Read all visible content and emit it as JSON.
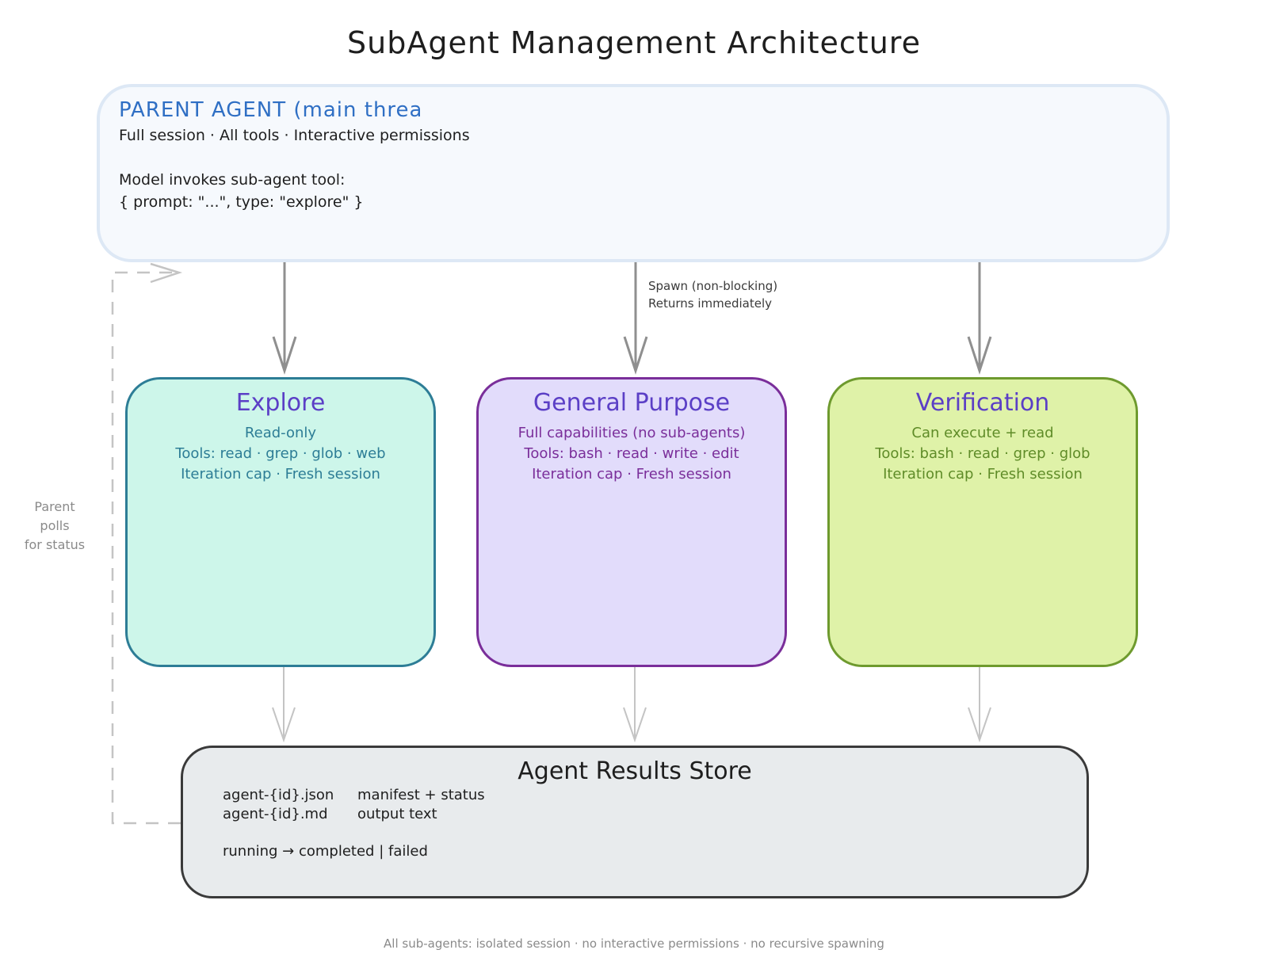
{
  "title": "SubAgent Management Architecture",
  "parent": {
    "title": "PARENT AGENT (main thread)",
    "line1": "Full session · All tools · Interactive permissions",
    "line2": "Model invokes sub-agent tool:",
    "line3": "{ prompt: \"...\", type: \"explore\" }"
  },
  "spawn_label": {
    "line1": "Spawn (non-blocking)",
    "line2": "Returns immediately"
  },
  "poll_label": {
    "line1": "Parent",
    "line2": "polls",
    "line3": "for status"
  },
  "agents": [
    {
      "title": "Explore",
      "lines": [
        "Read-only",
        "Tools: read · grep · glob · web",
        "Iteration cap · Fresh session"
      ]
    },
    {
      "title": "General Purpose",
      "lines": [
        "Full capabilities (no sub-agents)",
        "Tools: bash · read · write · edit",
        "Iteration cap · Fresh session"
      ]
    },
    {
      "title": "Verification",
      "lines": [
        "Can execute + read",
        "Tools: bash · read · grep · glob",
        "Iteration cap · Fresh session"
      ]
    }
  ],
  "store": {
    "title": "Agent Results Store",
    "rows": [
      {
        "file": "agent-{id}.json",
        "desc": "manifest + status"
      },
      {
        "file": "agent-{id}.md",
        "desc": "output text"
      }
    ],
    "status": "running → completed | failed"
  },
  "footer": "All sub-agents: isolated session · no interactive permissions · no recursive spawning",
  "colors": {
    "parent_title": "#2f6fc4",
    "explore": "#2d7d96",
    "general": "#7a2e9a",
    "verification": "#6e9a2e",
    "agent_title": "#5b3fc6"
  }
}
